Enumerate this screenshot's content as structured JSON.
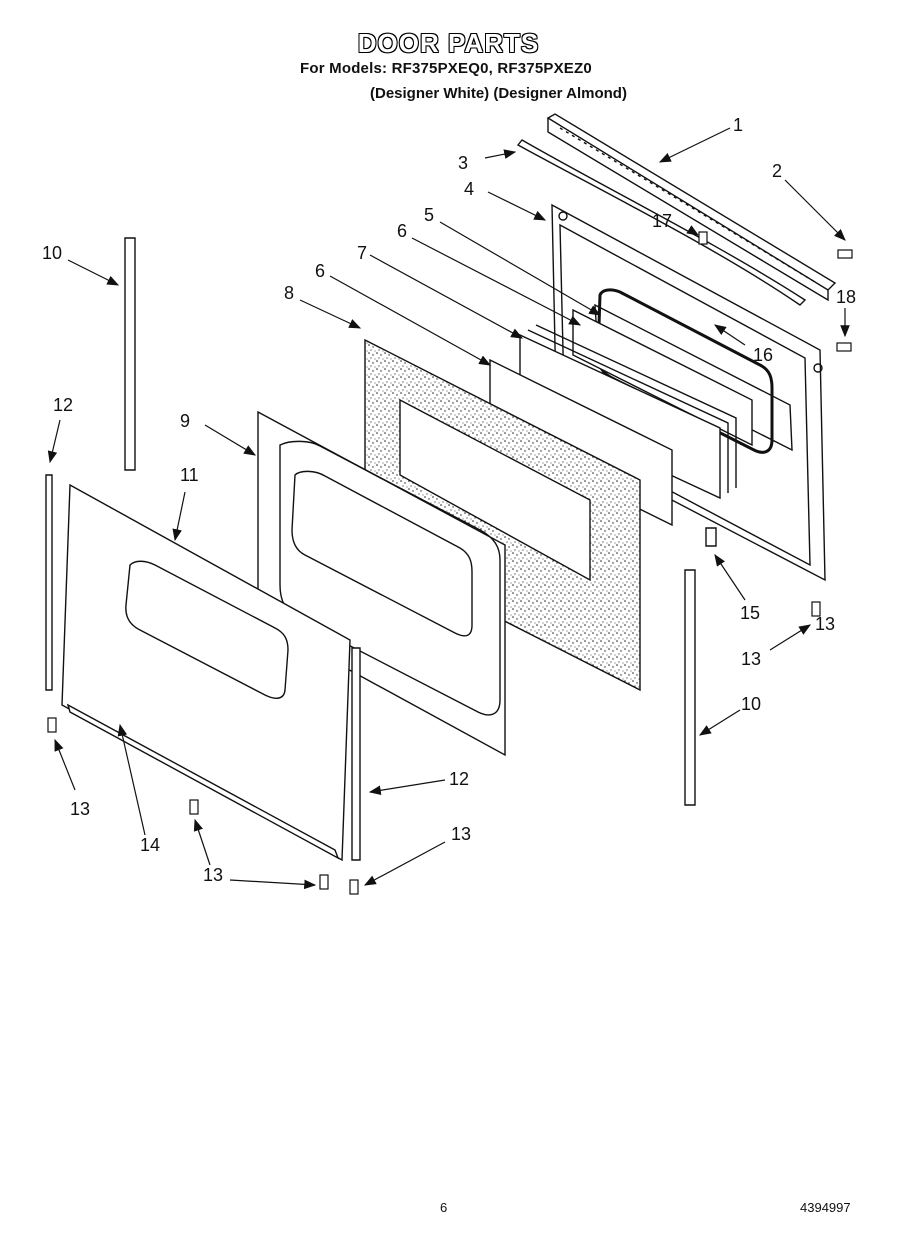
{
  "header": {
    "title": "DOOR PARTS",
    "models_line": "For Models: RF375PXEQ0, RF375PXEZ0",
    "variants_line": "(Designer White) (Designer Almond)"
  },
  "callouts": [
    "1",
    "2",
    "3",
    "4",
    "5",
    "6",
    "7",
    "6",
    "8",
    "9",
    "10",
    "11",
    "12",
    "13",
    "14",
    "15",
    "16",
    "17",
    "18",
    "10",
    "12",
    "13",
    "13",
    "13",
    "13"
  ],
  "footer": {
    "page_number": "6",
    "doc_code": "4394997"
  }
}
